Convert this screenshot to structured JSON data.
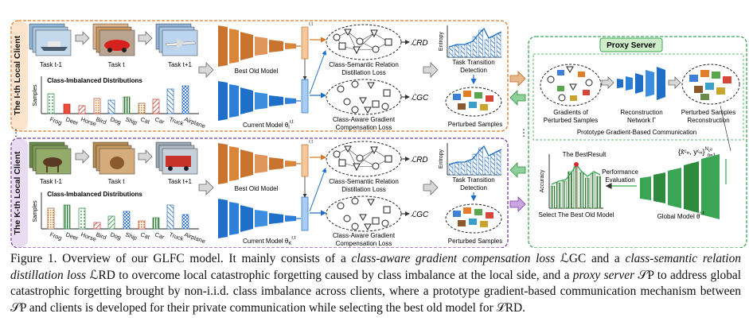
{
  "client_panels": [
    {
      "title": "The I-th Local Client",
      "current_model_label": "Current Model θ",
      "current_model_sub": "l",
      "current_model_sup": "r,t"
    },
    {
      "title": "The K-th Local Client",
      "current_model_label": "Current Model θ",
      "current_model_sub": "K",
      "current_model_sup": "r,t"
    }
  ],
  "tasks": [
    "Task t-1",
    "Task t",
    "Task t+1"
  ],
  "distribution_title": "Class-Imbalanced Distributions",
  "samples_label": "Samples",
  "classes": [
    "Frog",
    "Deer",
    "Horse",
    "Bird",
    "Dog",
    "Ship",
    "Cat",
    "Car",
    "Truck",
    "Airplane"
  ],
  "best_old_model": "Best Old Model",
  "relation_loss": [
    "Class-Semantic Relation",
    "Distillation Loss"
  ],
  "gradient_loss": [
    "Class-Aware Gradient",
    "Compensation Loss"
  ],
  "loss_rd": "ℒRD",
  "loss_gc": "ℒGC",
  "entropy_label": "Entropy",
  "task_transition": [
    "Task Transition",
    "Detection"
  ],
  "perturbed_samples": "Perturbed Samples",
  "proxy": {
    "title": "Proxy Server",
    "gradients": [
      "Gradients of",
      "Perturbed Samples"
    ],
    "network": [
      "Reconstruction",
      "Network Γ"
    ],
    "reconstruction": [
      "Perturbed Samples",
      "Reconstruction"
    ],
    "communication": "Prototype Gradient-Based Communication",
    "best_result": "The BestResult",
    "accuracy": "Accuracy",
    "performance": [
      "Performance",
      "Evaluation"
    ],
    "select": "Select The Best Old Model",
    "global_model": "Global Model θ",
    "global_model_sup": "r,t",
    "samples_set": "{x̄ᶜₙ, yᶜₙ}"
  },
  "caption": {
    "p1": "Figure 1. Overview of our GLFC model. It mainly consists of a ",
    "p2": "class-aware gradient compensation loss",
    "p3": " ℒGC and a ",
    "p4": "class-semantic relation distillation loss",
    "p5": " ℒRD to overcome local catastrophic forgetting caused by class imbalance at the local side, and a ",
    "p6": "proxy server",
    "p7": " 𝒮P to address global catastrophic forgetting brought by non-i.i.d. class imbalance across clients, where a prototype gradient-based communication mechanism between 𝒮P and clients is developed for their private communication while selecting the best old model for ℒRD."
  },
  "colors": {
    "orange": "#d97a2b",
    "purple": "#7b3fa6",
    "green": "#3aa655",
    "blue": "#1f6fc8",
    "brown": "#c8742e"
  }
}
